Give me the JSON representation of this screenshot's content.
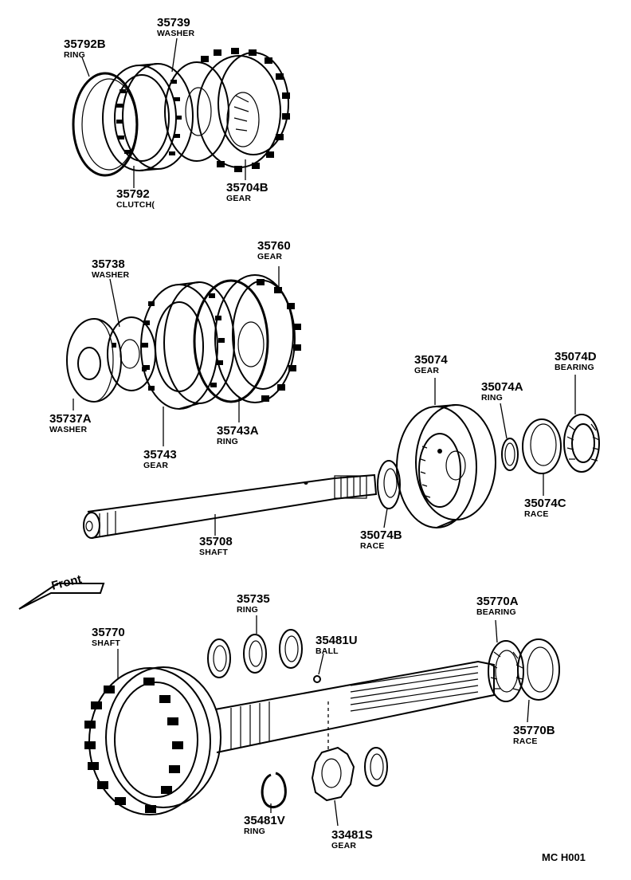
{
  "diagram": {
    "parts": [
      {
        "id": "p35792B",
        "number": "35792B",
        "name": "RING"
      },
      {
        "id": "p35739",
        "number": "35739",
        "name": "WASHER"
      },
      {
        "id": "p35792",
        "number": "35792",
        "name": "CLUTCH("
      },
      {
        "id": "p35704B",
        "number": "35704B",
        "name": "GEAR"
      },
      {
        "id": "p35760",
        "number": "35760",
        "name": "GEAR"
      },
      {
        "id": "p35738",
        "number": "35738",
        "name": "WASHER"
      },
      {
        "id": "p35737A",
        "number": "35737A",
        "name": "WASHER"
      },
      {
        "id": "p35743",
        "number": "35743",
        "name": "GEAR"
      },
      {
        "id": "p35743A",
        "number": "35743A",
        "name": "RING"
      },
      {
        "id": "p35074",
        "number": "35074",
        "name": "GEAR"
      },
      {
        "id": "p35074D",
        "number": "35074D",
        "name": "BEARING"
      },
      {
        "id": "p35074A",
        "number": "35074A",
        "name": "RING"
      },
      {
        "id": "p35074C",
        "number": "35074C",
        "name": "RACE"
      },
      {
        "id": "p35074B",
        "number": "35074B",
        "name": "RACE"
      },
      {
        "id": "p35708",
        "number": "35708",
        "name": "SHAFT"
      },
      {
        "id": "p35735",
        "number": "35735",
        "name": "RING"
      },
      {
        "id": "p35770A",
        "number": "35770A",
        "name": "BEARING"
      },
      {
        "id": "p35770",
        "number": "35770",
        "name": "SHAFT"
      },
      {
        "id": "p35481U",
        "number": "35481U",
        "name": "BALL"
      },
      {
        "id": "p35770B",
        "number": "35770B",
        "name": "RACE"
      },
      {
        "id": "p35481V",
        "number": "35481V",
        "name": "RING"
      },
      {
        "id": "p33481S",
        "number": "33481S",
        "name": "GEAR"
      }
    ],
    "front_label": "Front",
    "drawing_code": "MC  H001"
  }
}
